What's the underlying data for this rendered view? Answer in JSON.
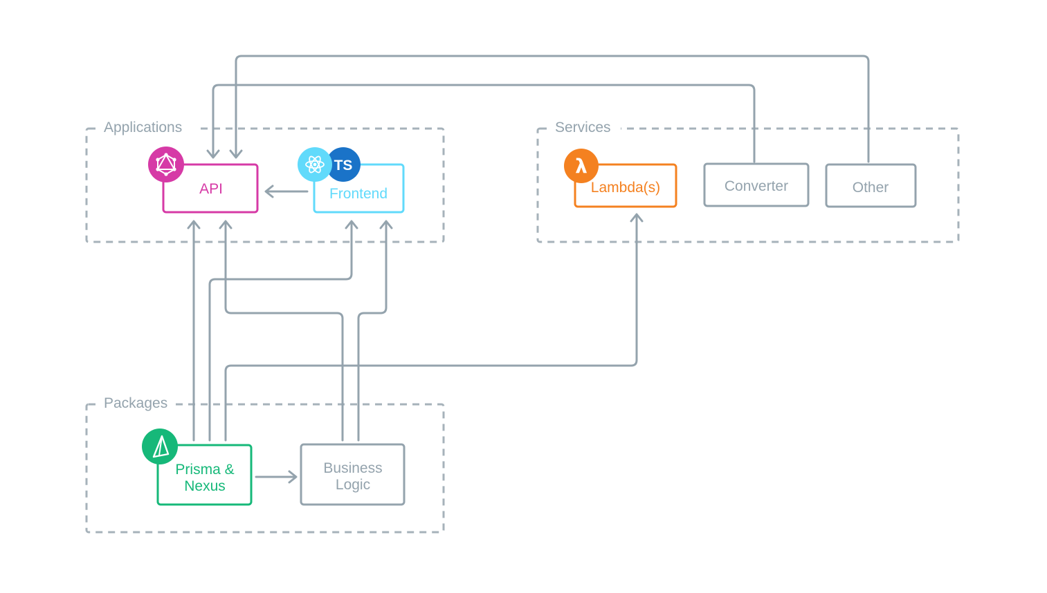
{
  "groups": {
    "applications": "Applications",
    "services": "Services",
    "packages": "Packages"
  },
  "nodes": {
    "api": "API",
    "frontend": "Frontend",
    "lambda": "Lambda(s)",
    "converter": "Converter",
    "other": "Other",
    "prisma_line1": "Prisma &",
    "prisma_line2": "Nexus",
    "business_line1": "Business",
    "business_line2": "Logic"
  },
  "badges": {
    "typescript": "TS",
    "lambda_symbol": "λ"
  },
  "icons": {
    "api": "graphql-icon",
    "frontend_1": "react-icon",
    "frontend_2": "typescript-icon",
    "lambda": "aws-lambda-icon",
    "prisma": "prisma-icon"
  },
  "colors": {
    "api": "#d63aa6",
    "frontend": "#61dafb",
    "typescript": "#1a73c8",
    "lambda": "#f48120",
    "prisma": "#16b879",
    "neutral": "#94a3ad"
  }
}
